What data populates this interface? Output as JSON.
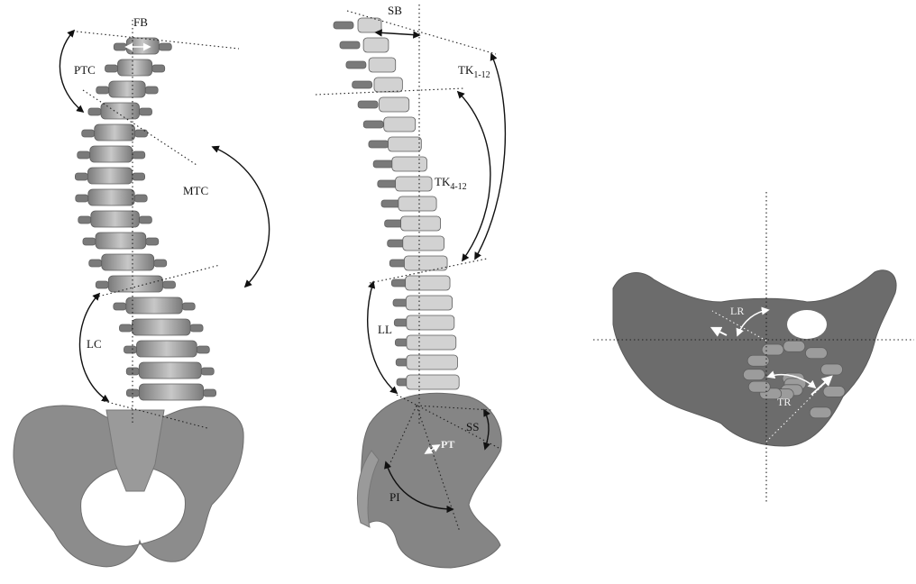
{
  "panels": [
    {
      "id": "coronal",
      "labels": {
        "fb": "FB",
        "ptc": "PTC",
        "mtc": "MTC",
        "lc": "LC"
      }
    },
    {
      "id": "sagittal",
      "labels": {
        "sb": "SB",
        "tk1": "TK",
        "tk1_sub": "1-12",
        "tk4": "TK",
        "tk4_sub": "4-12",
        "ll": "LL",
        "ss": "SS",
        "pt": "PT",
        "pi": "PI"
      }
    },
    {
      "id": "axial",
      "labels": {
        "lr": "LR",
        "tr": "TR"
      }
    }
  ],
  "colors": {
    "bone": "#8a8a8a",
    "bone_dark": "#6a6a6a",
    "bone_light": "#cfcfcf",
    "ink": "#111111",
    "white": "#ffffff"
  }
}
